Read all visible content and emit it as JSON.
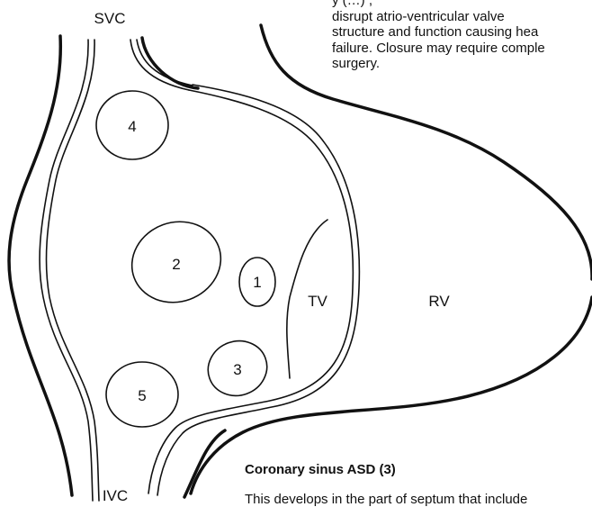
{
  "labels": {
    "svc": "SVC",
    "ivc": "IVC",
    "tv": "TV",
    "rv": "RV",
    "defect_1": "1",
    "defect_2": "2",
    "defect_3": "3",
    "defect_4": "4",
    "defect_5": "5"
  },
  "text_top": [
    "y (…) ,",
    "disrupt atrio-ventricular valve",
    "structure and function causing hea",
    "failure. Closure may require comple",
    "surgery."
  ],
  "text_bottom": {
    "heading": "Coronary sinus ASD (3)",
    "paragraph": "This develops in the part of septum that include"
  }
}
